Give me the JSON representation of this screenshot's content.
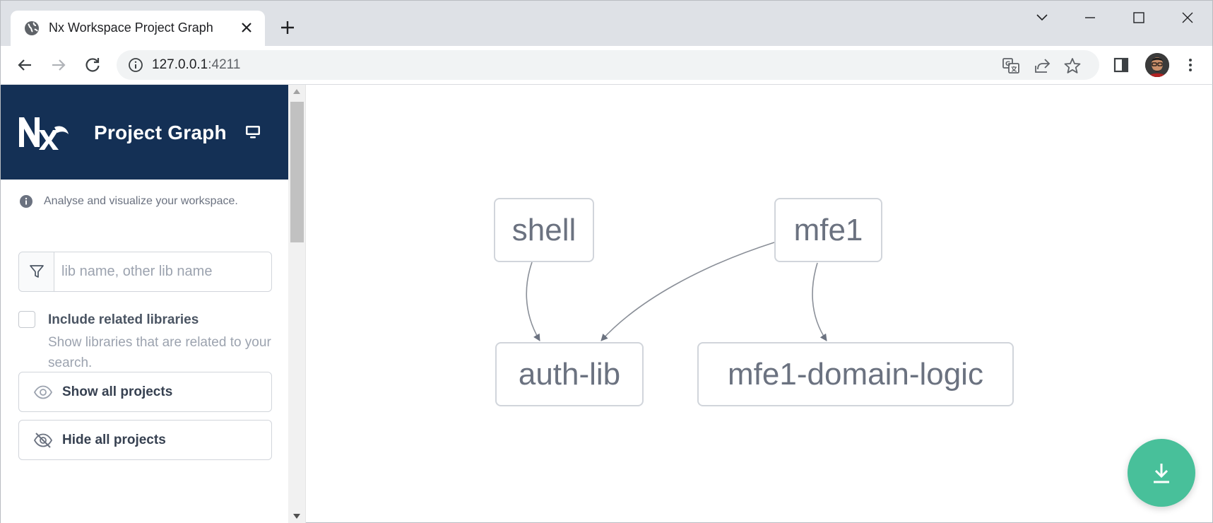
{
  "browser": {
    "tab_title": "Nx Workspace Project Graph",
    "url_host": "127.0.0.1",
    "url_port": ":4211",
    "icons": [
      "globe-icon",
      "close-icon",
      "plus-icon",
      "chevron-down-icon",
      "minimize-icon",
      "maximize-icon",
      "window-close-icon",
      "back-icon",
      "forward-icon",
      "reload-icon",
      "info-icon",
      "translate-icon",
      "share-icon",
      "star-icon",
      "side-panel-icon",
      "kebab-menu-icon"
    ]
  },
  "sidebar": {
    "title": "Project Graph",
    "info_text": "Analyse and visualize your workspace.",
    "filter_placeholder": "lib name, other lib name",
    "include_related_label": "Include related libraries",
    "include_related_help": "Show libraries that are related to your search.",
    "show_all_label": "Show all projects",
    "hide_all_label": "Hide all projects"
  },
  "graph": {
    "nodes": {
      "shell": "shell",
      "mfe1": "mfe1",
      "auth_lib": "auth-lib",
      "mfe1_domain_logic": "mfe1-domain-logic"
    },
    "edges": [
      {
        "from": "shell",
        "to": "auth-lib"
      },
      {
        "from": "mfe1",
        "to": "auth-lib"
      },
      {
        "from": "mfe1",
        "to": "mfe1-domain-logic"
      }
    ]
  },
  "colors": {
    "header_bg": "#143055",
    "fab_bg": "#48c09a",
    "node_text": "#6b7280",
    "node_border": "#d1d5db"
  }
}
